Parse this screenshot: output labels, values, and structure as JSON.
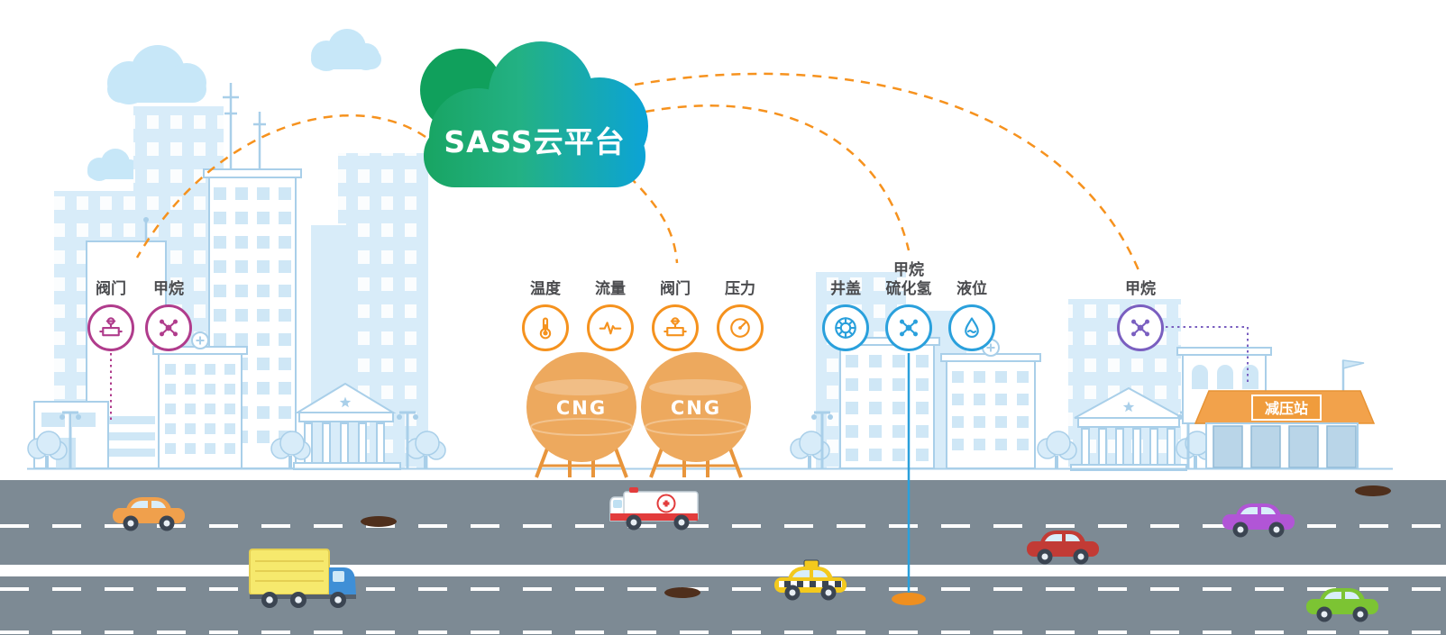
{
  "cloud": {
    "title": "SASS云平台"
  },
  "labels": {
    "cng": "CNG",
    "station": "减压站"
  },
  "groups": [
    {
      "id": "city",
      "color": "#b03c8c",
      "sensors": [
        {
          "label": "阀门",
          "icon": "valve-icon"
        },
        {
          "label": "甲烷",
          "icon": "methane-icon"
        }
      ]
    },
    {
      "id": "cng-tanks",
      "color": "#f5921e",
      "sensors": [
        {
          "label": "温度",
          "icon": "temperature-icon"
        },
        {
          "label": "流量",
          "icon": "flow-icon"
        },
        {
          "label": "阀门",
          "icon": "valve-icon"
        },
        {
          "label": "压力",
          "icon": "pressure-icon"
        }
      ]
    },
    {
      "id": "manhole",
      "color": "#2aa0dc",
      "sensors": [
        {
          "label": "井盖",
          "icon": "manhole-icon"
        },
        {
          "label": "甲烷",
          "label2": "硫化氢",
          "icon": "gas-molecule-icon"
        },
        {
          "label": "液位",
          "icon": "liquid-level-icon"
        }
      ]
    },
    {
      "id": "station",
      "color": "#7a5fc0",
      "sensors": [
        {
          "label": "甲烷",
          "icon": "methane-icon"
        }
      ]
    }
  ],
  "colors": {
    "accent_orange": "#f5921e",
    "magenta": "#b03c8c",
    "blue": "#2aa0dc",
    "purple": "#7a5fc0",
    "sky_outline": "#a9cfe9",
    "silhouette": "#d8ecf9",
    "road": "#7d8a94",
    "cloud_green": "#17a35f",
    "cloud_blue": "#0ba3d8",
    "tank": "#eda95e"
  }
}
